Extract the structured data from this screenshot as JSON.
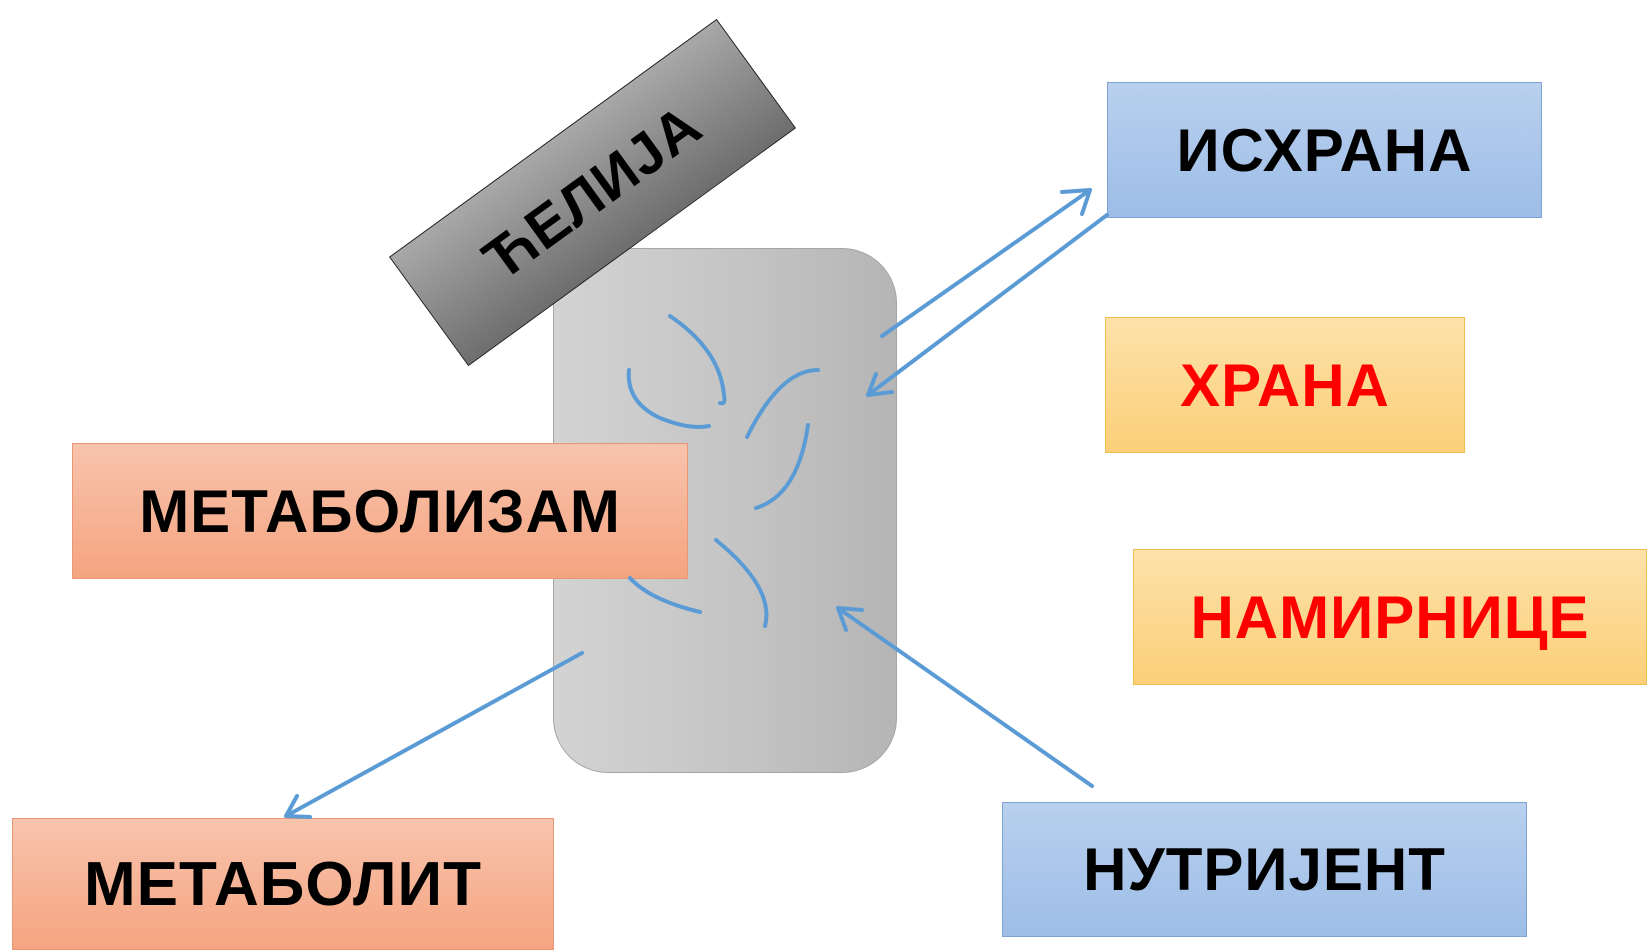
{
  "diagram": {
    "cell_label": "ЋЕЛИЈА",
    "boxes": {
      "ishrana": "ИСХРАНА",
      "hrana": "ХРАНА",
      "namirnice": "НАМИРНИЦЕ",
      "nutrijent": "НУТРИЈЕНТ",
      "metabolizam": "МЕТАБОЛИЗАМ",
      "metabolit": "МЕТАБОЛИТ"
    }
  },
  "colors": {
    "arrow": "#5b9bd5",
    "blue_box": "#9dbde7",
    "orange_box": "#fbcf78",
    "salmon_box": "#f5a480",
    "cell_fill": "#c8c8c8",
    "label_box": "#7f7f7f",
    "red_text": "#ff0000"
  }
}
